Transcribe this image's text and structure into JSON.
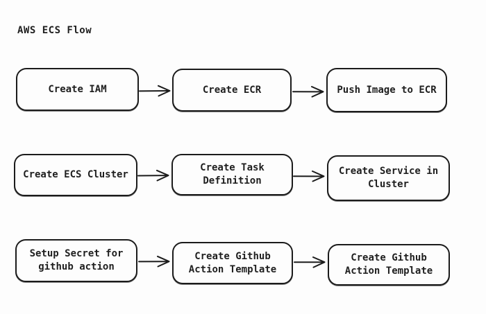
{
  "title": "AWS ECS Flow",
  "colors": {
    "background": "#fdfdfd",
    "stroke": "#1b1b1b",
    "text": "#1f1f1f"
  },
  "flow": {
    "rows": [
      {
        "nodes": [
          {
            "label": "Create IAM"
          },
          {
            "label": "Create ECR"
          },
          {
            "label": "Push Image to ECR"
          }
        ]
      },
      {
        "nodes": [
          {
            "label": "Create ECS Cluster"
          },
          {
            "label": "Create Task\nDefinition"
          },
          {
            "label": "Create Service in\nCluster"
          }
        ]
      },
      {
        "nodes": [
          {
            "label": "Setup Secret for\ngithub action"
          },
          {
            "label": "Create Github\nAction Template"
          },
          {
            "label": "Create Github\nAction Template"
          }
        ]
      }
    ]
  }
}
